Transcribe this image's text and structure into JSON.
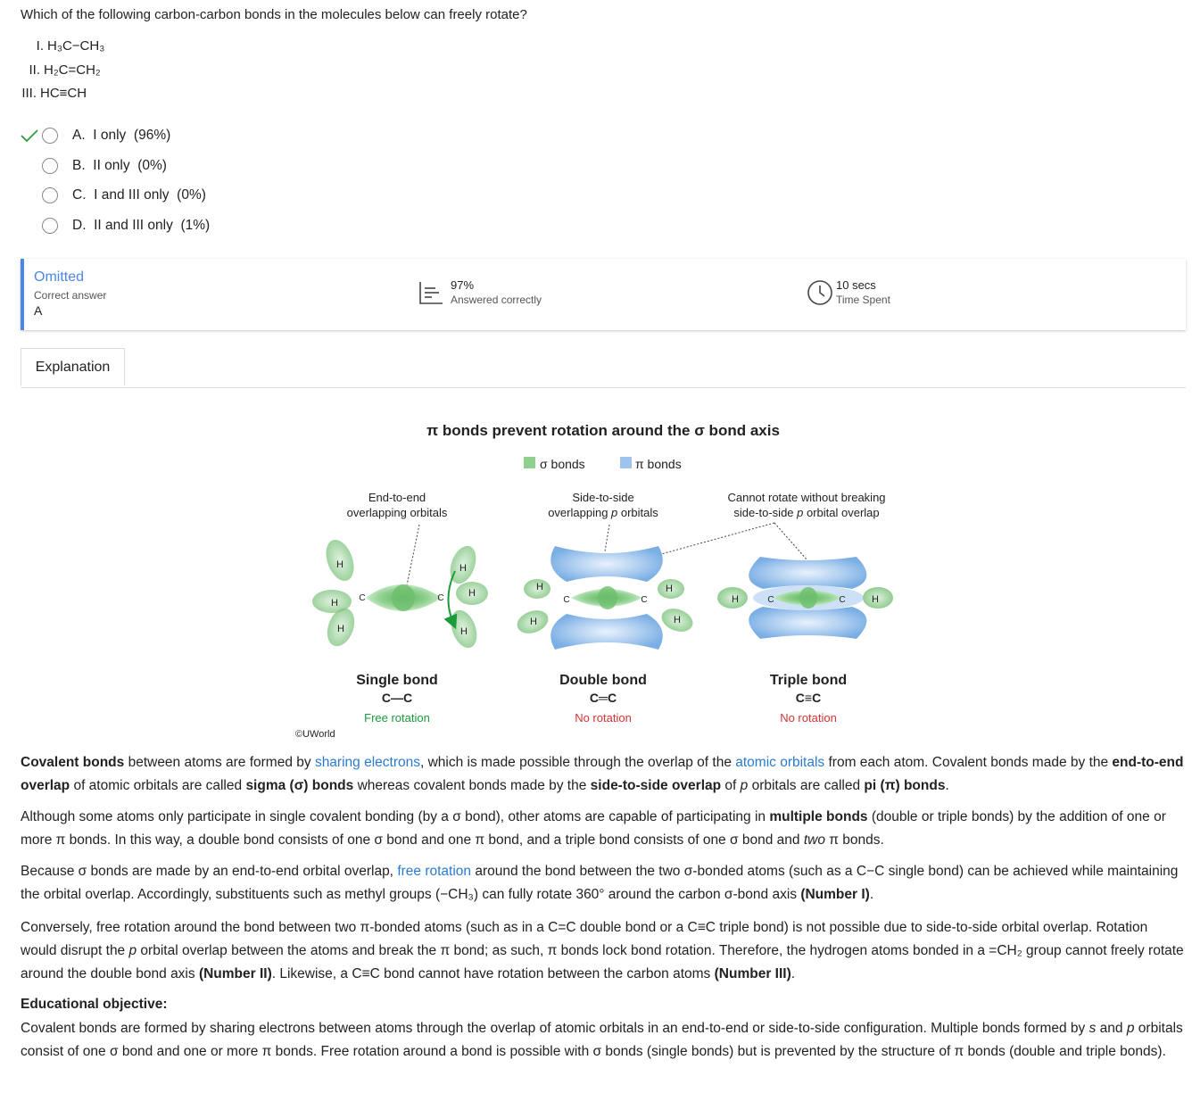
{
  "question": {
    "stem": "Which of the following carbon-carbon bonds in the molecules below can freely rotate?",
    "items": [
      {
        "num": "I.",
        "formula": "H₃C−CH₃"
      },
      {
        "num": "II.",
        "formula": "H₂C=CH₂"
      },
      {
        "num": "III.",
        "formula": "HC≡CH"
      }
    ]
  },
  "choices": [
    {
      "text": "A.  I only  (96%)",
      "correct": true
    },
    {
      "text": "B.  II only  (0%)",
      "correct": false
    },
    {
      "text": "C.  I and III only  (0%)",
      "correct": false
    },
    {
      "text": "D.  II and III only  (1%)",
      "correct": false
    }
  ],
  "stats": {
    "status": "Omitted",
    "correct_answer_label": "Correct answer",
    "correct_answer": "A",
    "percent": "97%",
    "percent_label": "Answered correctly",
    "time": "10 secs",
    "time_label": "Time Spent",
    "accent_color": "#4a86e8"
  },
  "tabs": {
    "explanation": "Explanation"
  },
  "figure": {
    "title": "π bonds prevent rotation around the σ bond axis",
    "legend_sigma": "σ bonds",
    "legend_pi": "π bonds",
    "sigma_color": "#8fcf8f",
    "pi_color": "#9fc3ec",
    "callout1_line1": "End-to-end",
    "callout1_line2": "overlapping orbitals",
    "callout2_line1": "Side-to-side",
    "callout2_line2_a": "overlapping ",
    "callout2_line2_b": "p",
    "callout2_line2_c": " orbitals",
    "callout3_line1": "Cannot rotate without breaking",
    "callout3_line2_a": "side-to-side ",
    "callout3_line2_b": "p",
    "callout3_line2_c": " orbital overlap",
    "atom_h": "H",
    "atom_c": "C",
    "single_name": "Single bond",
    "single_formula": "C—C",
    "single_rotation": "Free rotation",
    "double_name": "Double bond",
    "double_formula": "C═C",
    "double_rotation": "No rotation",
    "triple_name": "Triple bond",
    "triple_formula": "C≡C",
    "triple_rotation": "No rotation",
    "free_color": "#1a9a3a",
    "no_color": "#d63333",
    "copyright": "©UWorld"
  },
  "explanation": {
    "p1": {
      "a": "Covalent bonds",
      "b": " between atoms are formed by ",
      "c": "sharing electrons",
      "d": ", which is made possible through the overlap of the ",
      "e": "atomic orbitals",
      "f": " from each atom.  Covalent bonds made by the ",
      "g": "end-to-end overlap",
      "h": " of atomic orbitals are called ",
      "i": "sigma (σ) bonds",
      "j": " whereas covalent bonds made by the ",
      "k": "side-to-side overlap",
      "l": " of ",
      "m": "p",
      "n": " orbitals are called ",
      "o": "pi (π) bonds",
      "p": "."
    },
    "p2": {
      "a": "Although some atoms only participate in single covalent bonding (by a σ bond), other atoms are capable of participating in ",
      "b": "multiple bonds",
      "c": " (double or triple bonds) by the addition of one or more π bonds.  In this way, a double bond consists of one σ bond and one π bond, and a triple bond consists of one σ bond and ",
      "d": "two",
      "e": " π bonds."
    },
    "p3": {
      "a": "Because σ bonds are made by an end-to-end orbital overlap, ",
      "b": "free rotation",
      "c": " around the bond between the two σ-bonded atoms (such as a C−C single bond) can be achieved while maintaining the orbital overlap.  Accordingly, substituents such as methyl groups (−CH₃) can fully rotate 360° around the carbon σ-bond axis ",
      "d": "(Number I)",
      "e": "."
    },
    "p4": {
      "a": "Conversely, free rotation around the bond between two π-bonded atoms (such as in a C=C double bond or a C≡C triple bond) is not possible due to side-to-side orbital overlap.  Rotation would disrupt the ",
      "b": "p",
      "c": " orbital overlap between the atoms and break the π bond; as such, π bonds lock bond rotation.  Therefore, the hydrogen atoms bonded in a =CH₂ group cannot freely rotate around the double bond axis ",
      "d": "(Number II)",
      "e": ".  Likewise, a C≡C bond cannot have rotation between the carbon atoms ",
      "f": "(Number III)",
      "g": "."
    },
    "objective_title": "Educational objective:",
    "objective": {
      "a": "Covalent bonds are formed by sharing electrons between atoms through the overlap of atomic orbitals in an end-to-end or side-to-side configuration.  Multiple bonds formed by ",
      "b": "s",
      "c": " and ",
      "d": "p",
      "e": " orbitals consist of one σ bond and one or more π bonds.  Free rotation around a bond is possible with σ bonds (single bonds) but is prevented by the structure of π bonds (double and triple bonds)."
    }
  }
}
